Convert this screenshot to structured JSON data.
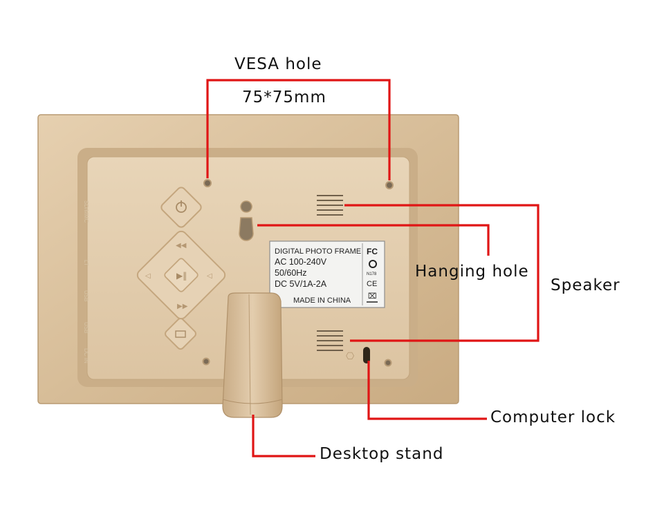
{
  "labels": {
    "vesa_title": "VESA hole",
    "vesa_size": "75*75mm",
    "hanging": "Hanging hole",
    "speaker": "Speaker",
    "lock": "Computer lock",
    "stand": "Desktop stand"
  },
  "sticker": {
    "line1": "DIGITAL PHOTO FRAME",
    "line2": "AC 100-240V",
    "line3": "50/60Hz",
    "line4": "DC 5V/1A-2A",
    "line5": "MADE IN CHINA",
    "fc": "FC",
    "ce": "CE",
    "code": "N178"
  },
  "ports": {
    "p1": "SD/MMC",
    "p2": "LT",
    "p3": "USB",
    "p4": "USB",
    "p5": "DC IN"
  },
  "colors": {
    "leader": "#e01515",
    "frame": "#d9c1a0",
    "panel": "#e2cdb0",
    "accent": "#c7aa84"
  }
}
